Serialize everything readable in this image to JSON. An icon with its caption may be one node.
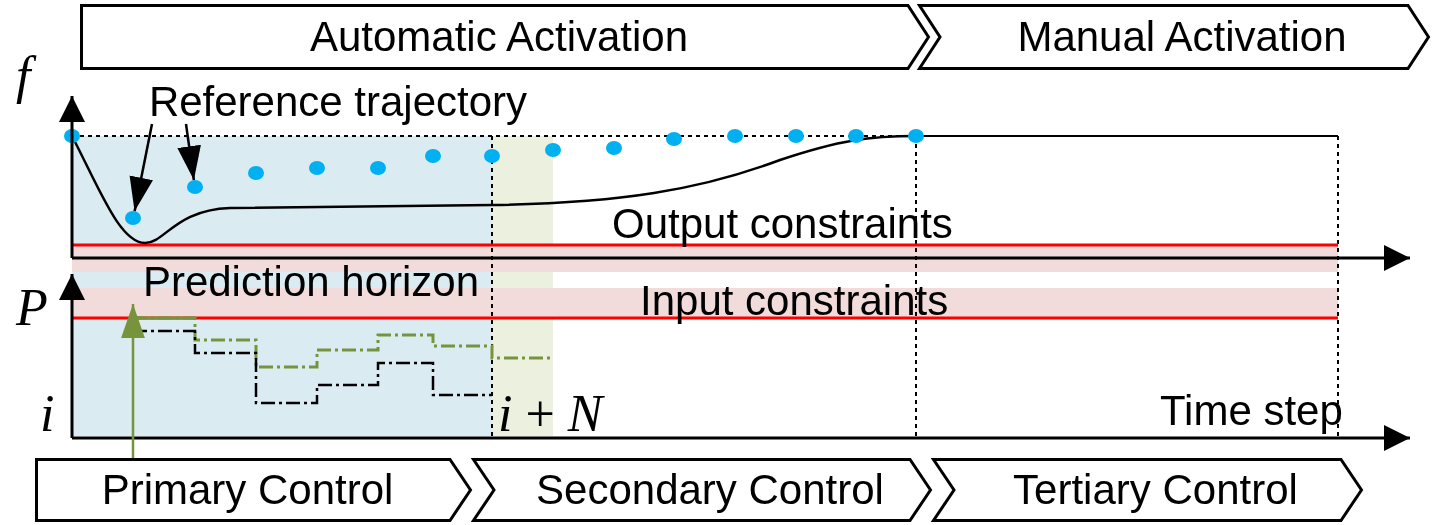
{
  "diagram": {
    "nodes": [
      {
        "text": [
          "Automatic Activation"
        ]
      },
      {
        "text": [
          "Manual Activation"
        ]
      },
      {
        "text": [
          "Reference trajectory"
        ]
      },
      {
        "text": [],
        "shape": "circle"
      },
      {
        "text": [],
        "shape": "circle"
      },
      {
        "text": [
          "Prediction horizon"
        ]
      },
      {
        "text": [
          "Primary Control"
        ]
      },
      {
        "text": [
          "Secondary Control"
        ]
      },
      {
        "text": [
          "Tertiary Control"
        ]
      }
    ],
    "edges": [
      {
        "from": 2,
        "to": 3,
        "arrow": "to"
      },
      {
        "from": 2,
        "to": 4,
        "arrow": "to"
      },
      {
        "from": 6,
        "to": 5,
        "arrow": "to",
        "color": "#77933c"
      }
    ],
    "labels": [
      "f",
      "Output constraints",
      "Input constraints",
      "P",
      "i",
      "*i* + *N*",
      "Time step"
    ]
  }
}
